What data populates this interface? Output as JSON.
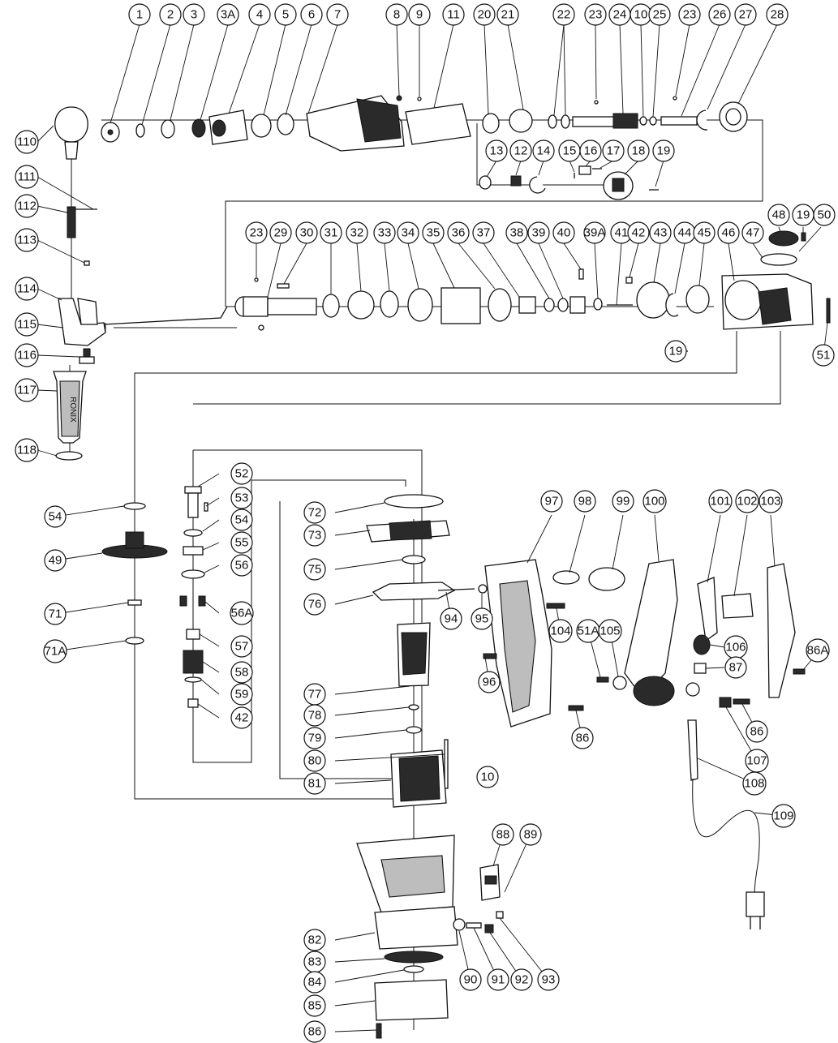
{
  "labels": [
    {
      "text": "1"
    },
    {
      "text": "2"
    },
    {
      "text": "3"
    },
    {
      "text": "3A"
    },
    {
      "text": "4"
    },
    {
      "text": "5"
    },
    {
      "text": "6"
    },
    {
      "text": "7"
    },
    {
      "text": "8"
    },
    {
      "text": "9"
    },
    {
      "text": "11"
    },
    {
      "text": "20"
    },
    {
      "text": "21"
    },
    {
      "text": "22"
    },
    {
      "text": "23"
    },
    {
      "text": "24"
    },
    {
      "text": "10"
    },
    {
      "text": "25"
    },
    {
      "text": "23"
    },
    {
      "text": "26"
    },
    {
      "text": "27"
    },
    {
      "text": "28"
    },
    {
      "text": "110"
    },
    {
      "text": "13"
    },
    {
      "text": "12"
    },
    {
      "text": "14"
    },
    {
      "text": "15"
    },
    {
      "text": "16"
    },
    {
      "text": "17"
    },
    {
      "text": "18"
    },
    {
      "text": "19"
    },
    {
      "text": "111"
    },
    {
      "text": "112"
    },
    {
      "text": "113"
    },
    {
      "text": "114"
    },
    {
      "text": "115"
    },
    {
      "text": "116"
    },
    {
      "text": "117"
    },
    {
      "text": "118"
    },
    {
      "text": "23"
    },
    {
      "text": "29"
    },
    {
      "text": "30"
    },
    {
      "text": "31"
    },
    {
      "text": "32"
    },
    {
      "text": "33"
    },
    {
      "text": "34"
    },
    {
      "text": "35"
    },
    {
      "text": "36"
    },
    {
      "text": "37"
    },
    {
      "text": "38"
    },
    {
      "text": "39"
    },
    {
      "text": "40"
    },
    {
      "text": "39A"
    },
    {
      "text": "41"
    },
    {
      "text": "42"
    },
    {
      "text": "43"
    },
    {
      "text": "44"
    },
    {
      "text": "45"
    },
    {
      "text": "46"
    },
    {
      "text": "47"
    },
    {
      "text": "48"
    },
    {
      "text": "19"
    },
    {
      "text": "50"
    },
    {
      "text": "19"
    },
    {
      "text": "51"
    },
    {
      "text": "52"
    },
    {
      "text": "53"
    },
    {
      "text": "54"
    },
    {
      "text": "54"
    },
    {
      "text": "55"
    },
    {
      "text": "56"
    },
    {
      "text": "49"
    },
    {
      "text": "56A"
    },
    {
      "text": "71"
    },
    {
      "text": "57"
    },
    {
      "text": "71A"
    },
    {
      "text": "58"
    },
    {
      "text": "59"
    },
    {
      "text": "42"
    },
    {
      "text": "72"
    },
    {
      "text": "73"
    },
    {
      "text": "75"
    },
    {
      "text": "76"
    },
    {
      "text": "77"
    },
    {
      "text": "78"
    },
    {
      "text": "79"
    },
    {
      "text": "80"
    },
    {
      "text": "81"
    },
    {
      "text": "10"
    },
    {
      "text": "97"
    },
    {
      "text": "98"
    },
    {
      "text": "99"
    },
    {
      "text": "100"
    },
    {
      "text": "101"
    },
    {
      "text": "102"
    },
    {
      "text": "103"
    },
    {
      "text": "94"
    },
    {
      "text": "95"
    },
    {
      "text": "104"
    },
    {
      "text": "51A"
    },
    {
      "text": "105"
    },
    {
      "text": "106"
    },
    {
      "text": "86A"
    },
    {
      "text": "96"
    },
    {
      "text": "87"
    },
    {
      "text": "86"
    },
    {
      "text": "86"
    },
    {
      "text": "107"
    },
    {
      "text": "108"
    },
    {
      "text": "109"
    },
    {
      "text": "88"
    },
    {
      "text": "89"
    },
    {
      "text": "82"
    },
    {
      "text": "83"
    },
    {
      "text": "84"
    },
    {
      "text": "85"
    },
    {
      "text": "86"
    },
    {
      "text": "90"
    },
    {
      "text": "91"
    },
    {
      "text": "92"
    },
    {
      "text": "93"
    }
  ],
  "handle_brand_text": "RONIX"
}
